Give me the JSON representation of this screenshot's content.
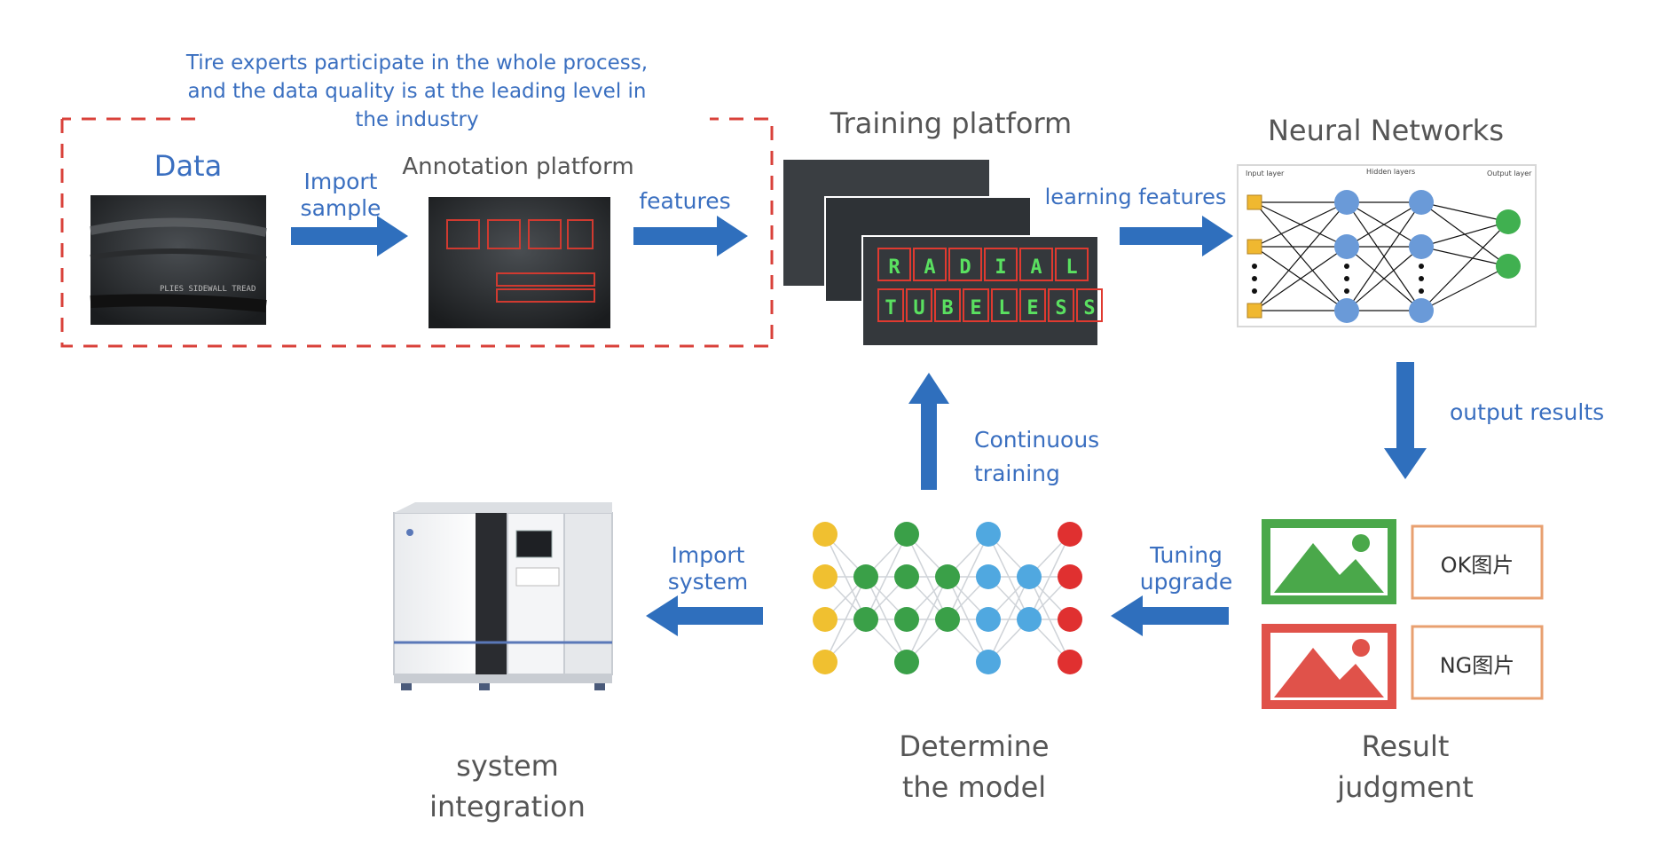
{
  "header_note": {
    "line1": "Tire experts participate in the whole process,",
    "line2": "and the data quality is at the leading level in",
    "line3": "the industry"
  },
  "data_stage": {
    "title": "Data"
  },
  "import_sample": {
    "line1": "Import",
    "line2": "sample"
  },
  "annotation_stage": {
    "title": "Annotation platform"
  },
  "features_arrow": {
    "label": "features"
  },
  "training_stage": {
    "title": "Training platform",
    "row1_chars": [
      "R",
      "A",
      "D",
      "I",
      "A",
      "L"
    ],
    "row2_chars": [
      "T",
      "U",
      "B",
      "E",
      "L",
      "E",
      "S",
      "S"
    ]
  },
  "learning_arrow": {
    "label": "learning features"
  },
  "neural_stage": {
    "title": "Neural Networks",
    "input_label": "Input layer",
    "hidden_label": "Hidden layers",
    "output_label": "Output layer"
  },
  "output_arrow": {
    "label": "output results"
  },
  "result_stage": {
    "ok_label": "OK图片",
    "ng_label": "NG图片",
    "line1": "Result",
    "line2": "judgment"
  },
  "tuning_arrow": {
    "line1": "Tuning",
    "line2": "upgrade"
  },
  "model_stage": {
    "line1": "Determine",
    "line2": "the model"
  },
  "continuous_arrow": {
    "line1": "Continuous",
    "line2": "training"
  },
  "import_system_arrow": {
    "line1": "Import",
    "line2": "system"
  },
  "system_stage": {
    "line1": "system",
    "line2": "integration"
  },
  "colors": {
    "accent_blue": "#2f6fbd",
    "dashed_red": "#d9413a",
    "ok_green": "#4aa84a",
    "ng_red": "#e0524a",
    "frame_orange": "#e8a070",
    "node_yellow": "#f0c030",
    "node_green": "#3aa048",
    "node_blue": "#50a8e0",
    "node_red": "#e03030",
    "nn_node_blue": "#6a9ad8",
    "nn_input_yellow": "#f0b830",
    "nn_output_green": "#40b050"
  }
}
